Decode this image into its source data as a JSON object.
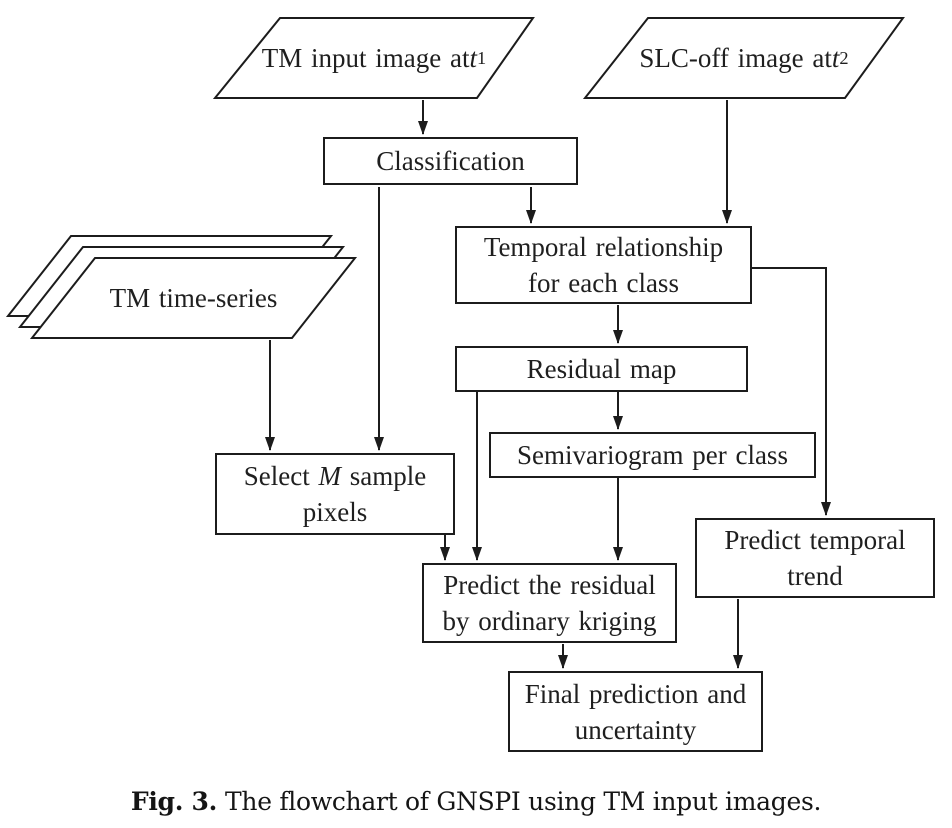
{
  "diagram": {
    "colors": {
      "stroke": "#1c1c1c",
      "text": "#1f1f1f",
      "background": "#ffffff"
    },
    "nodes": {
      "tm_input_image": {
        "text_before": "TM input image at ",
        "variable": "t",
        "subscript": "1"
      },
      "slc_off_image": {
        "text_before": "SLC-off image at ",
        "variable": "t",
        "subscript": "2"
      },
      "classification": {
        "label": "Classification"
      },
      "temporal_relationship": {
        "line1": "Temporal relationship",
        "line2": "for each class"
      },
      "tm_time_series": {
        "label": "TM time-series"
      },
      "residual_map": {
        "label": "Residual map"
      },
      "semivariogram": {
        "label": "Semivariogram per class"
      },
      "select_sample_pixels": {
        "text_before": "Select ",
        "variable": "M",
        "text_after": " sample",
        "line2": "pixels"
      },
      "predict_residual": {
        "line1": "Predict the residual",
        "line2": "by ordinary kriging"
      },
      "predict_temporal_trend": {
        "line1": "Predict temporal",
        "line2": "trend"
      },
      "final_prediction": {
        "line1": "Final prediction and",
        "line2": "uncertainty"
      }
    },
    "edges": [
      {
        "from": "tm_input_image",
        "to": "classification"
      },
      {
        "from": "slc_off_image",
        "to": "temporal_relationship"
      },
      {
        "from": "classification",
        "to": "temporal_relationship"
      },
      {
        "from": "classification",
        "to": "select_sample_pixels"
      },
      {
        "from": "temporal_relationship",
        "to": "residual_map"
      },
      {
        "from": "temporal_relationship",
        "to": "predict_temporal_trend"
      },
      {
        "from": "residual_map",
        "to": "semivariogram"
      },
      {
        "from": "residual_map",
        "to": "predict_residual"
      },
      {
        "from": "semivariogram",
        "to": "predict_residual"
      },
      {
        "from": "tm_time_series",
        "to": "select_sample_pixels"
      },
      {
        "from": "select_sample_pixels",
        "to": "predict_residual"
      },
      {
        "from": "predict_residual",
        "to": "final_prediction"
      },
      {
        "from": "predict_temporal_trend",
        "to": "final_prediction"
      }
    ],
    "caption": {
      "label": "Fig. 3.",
      "text": "The flowchart of GNSPI using TM input images."
    }
  }
}
